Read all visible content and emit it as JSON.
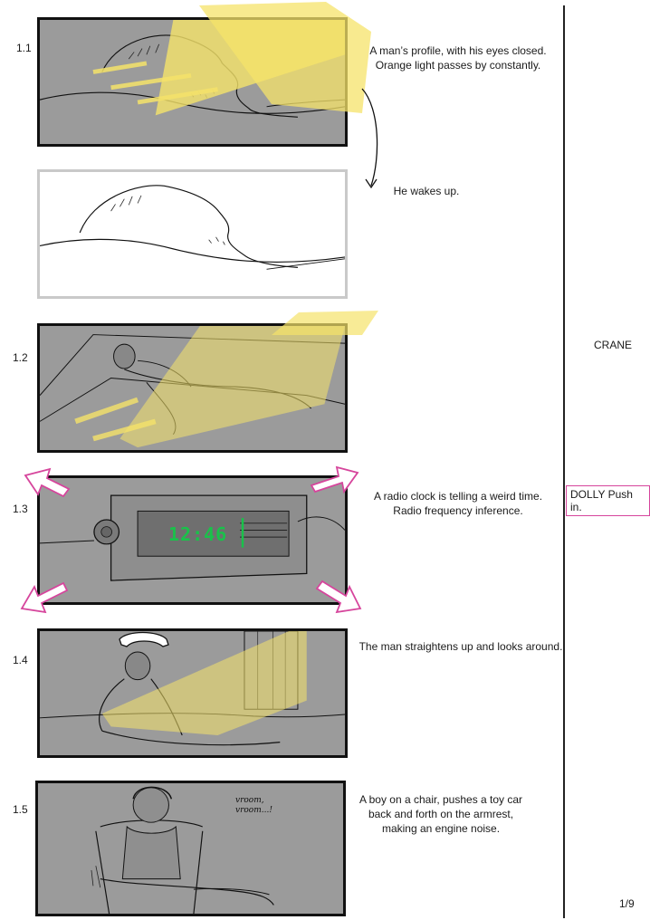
{
  "shots": [
    {
      "number": "1.1",
      "description": "A man’s profile, with his eyes closed.\nOrange light passes by constantly."
    },
    {
      "number": "",
      "description": "He wakes up."
    },
    {
      "number": "1.2",
      "description": ""
    },
    {
      "number": "1.3",
      "description": "A radio clock is telling a weird time.\nRadio frequency inference.",
      "clock_time": "12:46"
    },
    {
      "number": "1.4",
      "description": "The man straightens up and looks around."
    },
    {
      "number": "1.5",
      "description": "A boy on a chair, pushes a toy car\nback and forth on the armrest,\nmaking an engine noise.",
      "sound_text": "vroom,\nvroom...!"
    }
  ],
  "camera": {
    "crane_label": "CRANE",
    "dolly_label": "DOLLY Push in."
  },
  "page": "1/9",
  "colors": {
    "panel_gray": "#9b9b9b",
    "light_yellow": "#f5e36a",
    "clock_green": "#19c24a",
    "arrow_pink": "#d6459c"
  }
}
